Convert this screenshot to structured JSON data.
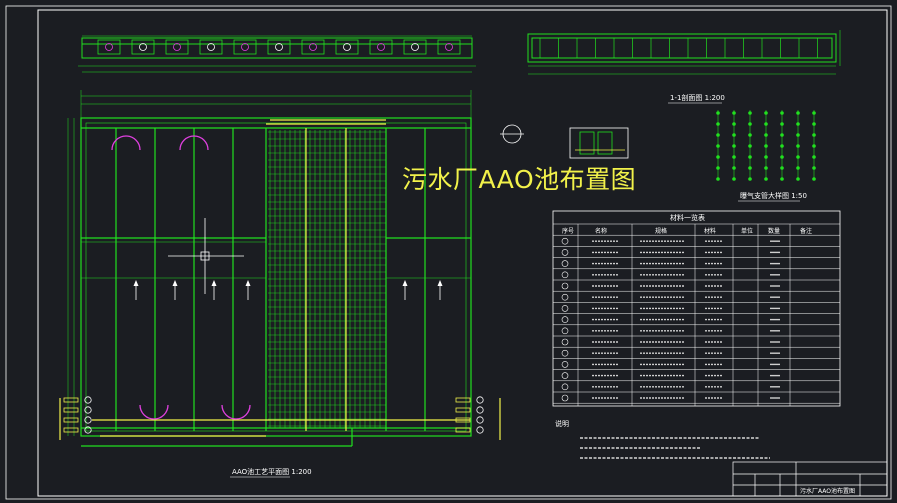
{
  "drawing": {
    "title": "污水厂AAO池布置图",
    "plan_label": "AAO池工艺平面图 1:200",
    "section_label": "1-1剖面图 1:200",
    "detail_label": "曝气支管大样图 1:50",
    "table_title": "材料一览表",
    "notes_label": "说明",
    "titleblock_name": "污水厂AAO池布置图"
  },
  "table": {
    "headers": [
      "序号",
      "名称",
      "规格",
      "材料",
      "单位",
      "数量",
      "备注"
    ],
    "row_count": 15
  },
  "colors": {
    "background": "#1b1d22",
    "frame": "#ffffff",
    "structure": "#21e01f",
    "pipe": "#f2f24a",
    "marker": "#e040e0",
    "text": "#ffffff",
    "title": "#f2f24a"
  }
}
